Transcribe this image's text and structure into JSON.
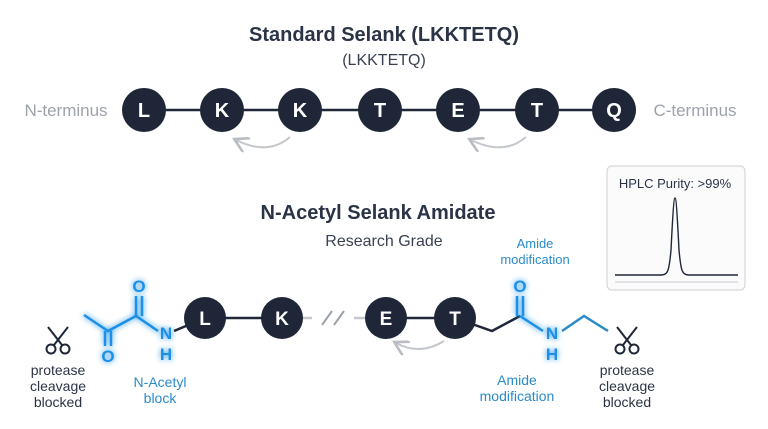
{
  "top": {
    "title": "Standard Selank (LKKTETQ)",
    "subtitle": "(LKKTETQ)",
    "n_terminus": "N-terminus",
    "c_terminus": "C-terminus",
    "residues": [
      "L",
      "K",
      "K",
      "T",
      "E",
      "T",
      "Q"
    ]
  },
  "bottom": {
    "title": "N-Acetyl Selank Amidate",
    "subtitle": "Research Grade",
    "residues": [
      "L",
      "K",
      "E",
      "T"
    ],
    "left_o": "O",
    "left_o2": "O",
    "left_nh_n": "N",
    "left_nh_h": "H",
    "right_o": "O",
    "right_nh_n": "N",
    "right_nh_h": "H",
    "n_acetyl_block": [
      "N-Acetyl",
      "block"
    ],
    "amide_top": [
      "Amide",
      "modification"
    ],
    "amide_bottom": [
      "Amide",
      "modification"
    ],
    "protease_left": [
      "protease",
      "cleavage",
      "blocked"
    ],
    "protease_right": [
      "protease",
      "cleavage",
      "blocked"
    ]
  },
  "hplc": {
    "label": "HPLC Purity: >99%"
  },
  "colors": {
    "residue": "#1e2638",
    "modification": "#1e90e8",
    "annotation": "#2a8bc9",
    "muted": "#9ea3ab"
  },
  "icons": [
    "scissors-icon",
    "cleavage-arrow-icon"
  ]
}
